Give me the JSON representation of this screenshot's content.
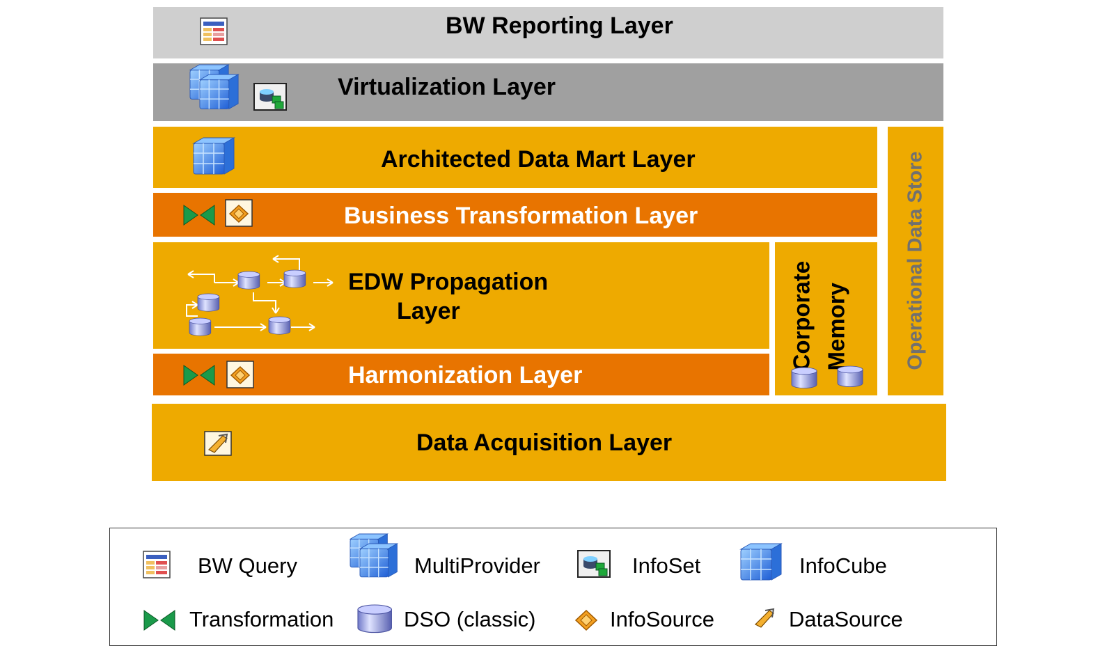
{
  "layers": {
    "reporting": "BW Reporting Layer",
    "virtualization": "Virtualization Layer",
    "architected": "Architected Data Mart Layer",
    "business": "Business  Transformation Layer",
    "edw_line1": "EDW Propagation",
    "edw_line2": "Layer",
    "harmonization": "Harmonization Layer",
    "corporate_line1": "Corporate",
    "corporate_line2": "Memory",
    "ods": "Operational  Data  Store",
    "acquisition": "Data Acquisition  Layer"
  },
  "legend": {
    "bw_query": "BW Query",
    "multiprovider": "MultiProvider",
    "infoset": "InfoSet",
    "infocube": "InfoCube",
    "transformation": "Transformation",
    "dso": "DSO (classic)",
    "infosource": "InfoSource",
    "datasource": "DataSource"
  },
  "colors": {
    "reporting_bg": "#CFCFCF",
    "virtualization_bg": "#A0A0A0",
    "gold": "#EEAA00",
    "orange": "#E87400",
    "ods_text": "#707070"
  },
  "icons": [
    "query-icon",
    "multiprovider-icon",
    "infoset-icon",
    "infocube-icon",
    "transformation-icon",
    "dso-icon",
    "infosource-icon",
    "datasource-icon",
    "dataflow-icon"
  ]
}
